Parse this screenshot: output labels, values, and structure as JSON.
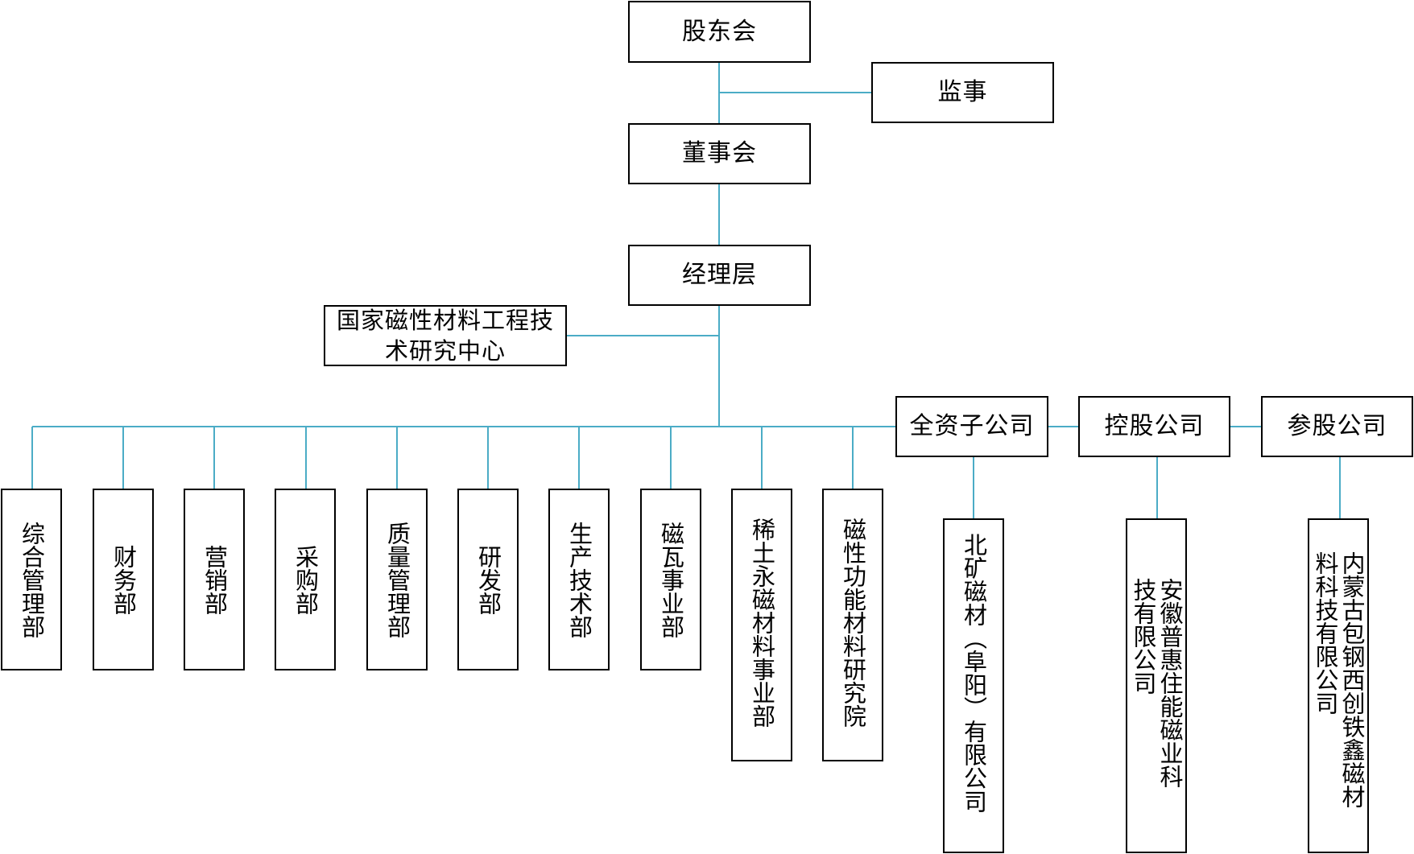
{
  "diagram": {
    "top_nodes": {
      "shareholders": "股东会",
      "supervisors": "监事",
      "board": "董事会",
      "management": "经理层",
      "research_center": "国家磁性材料工程技术研究中心"
    },
    "departments": [
      "综合管理部",
      "财务部",
      "营销部",
      "采购部",
      "质量管理部",
      "研发部",
      "生产技术部",
      "磁瓦事业部",
      "稀土永磁材料事业部",
      "磁性功能材料研究院"
    ],
    "subsidiary_types": {
      "wholly_owned": "全资子公司",
      "holding": "控股公司",
      "participating": "参股公司"
    },
    "subsidiaries": {
      "wholly_owned_company": "北矿磁材（阜阳）有限公司",
      "holding_company": "安徽普惠住能磁业科技有限公司",
      "participating_company": "内蒙古包钢西创铁鑫磁材料科技有限公司"
    },
    "colors": {
      "connector": "#4bacc6",
      "box_border": "#000000",
      "box_fill": "#ffffff"
    }
  }
}
